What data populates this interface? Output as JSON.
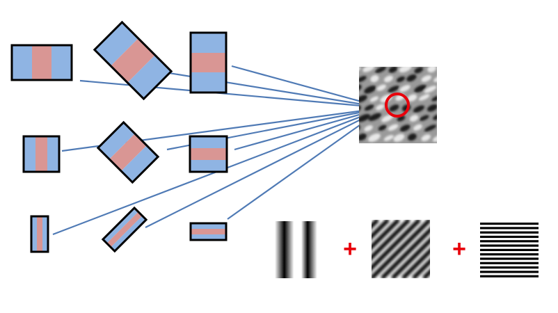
{
  "diagram": {
    "operators": {
      "plus_symbol": "+",
      "plus_color": "#e8000b"
    },
    "colors": {
      "filter_blue": "#8fb4e3",
      "filter_pink": "#d99694",
      "filter_outline": "#000000",
      "connector": "#4f7ab5",
      "highlight_ring": "#e8000b"
    },
    "filter_bank": {
      "scales": [
        "large",
        "medium",
        "small"
      ],
      "orientations": [
        "vertical",
        "diagonal",
        "horizontal"
      ]
    },
    "output_image": {
      "description_icon": "filtered-texture-image"
    },
    "components": [
      "vertical-grating",
      "diagonal-grating",
      "horizontal-grating"
    ]
  }
}
